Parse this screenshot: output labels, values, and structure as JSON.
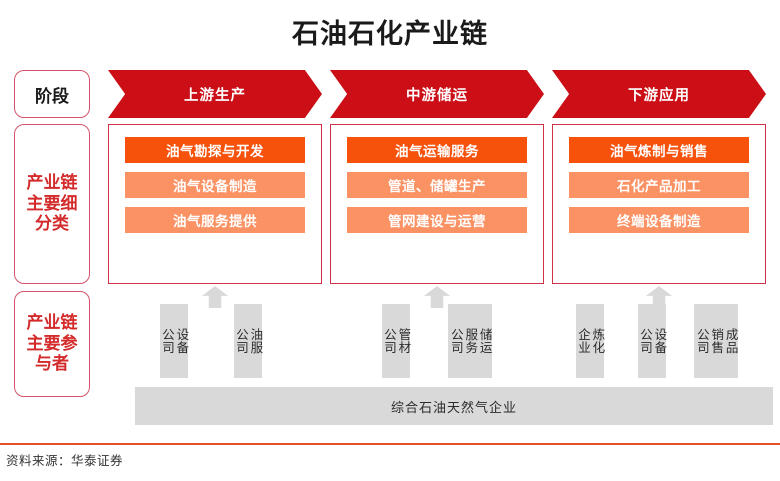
{
  "title": "石油石化产业链",
  "legend": {
    "stage": "阶段",
    "subcategories": "产业链主要细分类",
    "participants": "产业链主要参与者"
  },
  "stages": [
    {
      "label": "上游生产"
    },
    {
      "label": "中游储运"
    },
    {
      "label": "下游应用"
    }
  ],
  "columns": [
    {
      "subcategories": [
        {
          "label": "油气勘探与开发",
          "emphasis": "primary"
        },
        {
          "label": "油气设备制造",
          "emphasis": "secondary"
        },
        {
          "label": "油气服务提供",
          "emphasis": "secondary"
        }
      ],
      "participants": [
        {
          "label": "设备\n公司"
        },
        {
          "label": "油服\n公司"
        }
      ]
    },
    {
      "subcategories": [
        {
          "label": "油气运输服务",
          "emphasis": "primary"
        },
        {
          "label": "管道、储罐生产",
          "emphasis": "secondary"
        },
        {
          "label": "管网建设与运营",
          "emphasis": "secondary"
        }
      ],
      "participants": [
        {
          "label": "管材\n公司"
        },
        {
          "label": "储运\n服务\n公司"
        }
      ]
    },
    {
      "subcategories": [
        {
          "label": "油气炼制与销售",
          "emphasis": "primary"
        },
        {
          "label": "石化产品加工",
          "emphasis": "secondary"
        },
        {
          "label": "终端设备制造",
          "emphasis": "secondary"
        }
      ],
      "participants": [
        {
          "label": "炼化\n企业"
        },
        {
          "label": "设备\n公司"
        },
        {
          "label": "成品\n销售\n公司"
        }
      ]
    }
  ],
  "integrated_bar": "综合石油天然气企业",
  "footer": {
    "source": "资料来源：华泰证券"
  },
  "colors": {
    "chevron_red": "#cc0e16",
    "primary_orange": "#f6520c",
    "secondary_orange": "#fa9264",
    "panel_border": "#cf3148",
    "legend_border": "#d4526a",
    "legend_text_red": "#d32b2b",
    "gray_box": "#d9d9d9",
    "footer_rule": "#e2512a"
  }
}
